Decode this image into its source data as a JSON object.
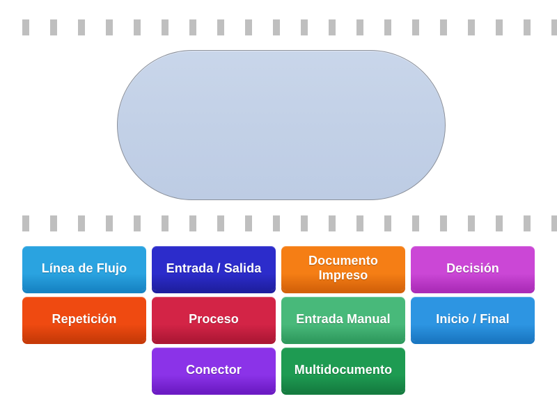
{
  "activity": {
    "type": "drag-and-drop-matching-game",
    "language": "es"
  },
  "dropzone": {
    "name": "drop-target-shape",
    "shape": "rounded-pill",
    "label": "",
    "fill_color": "#c3d1e7",
    "border_color": "#8a8f99"
  },
  "separators": {
    "dash_color": "#bfbfbf",
    "dash_width": 10,
    "dash_height": 23,
    "dash_gap": 30,
    "count": 20
  },
  "tiles": [
    {
      "id": "linea-de-flujo",
      "label": "Línea de Flujo",
      "color": "#2aa3e0",
      "color_dark": "#1784c4",
      "row": 0,
      "col": 0
    },
    {
      "id": "entrada-salida",
      "label": "Entrada / Salida",
      "color": "#2c2ccb",
      "color_dark": "#1f1fa0",
      "row": 0,
      "col": 1
    },
    {
      "id": "documento-impreso",
      "label": "Documento Impreso",
      "color": "#f57e15",
      "color_dark": "#d4620a",
      "row": 0,
      "col": 2
    },
    {
      "id": "decision",
      "label": "Decisión",
      "color": "#cb47d6",
      "color_dark": "#ab2cb8",
      "row": 0,
      "col": 3
    },
    {
      "id": "repeticion",
      "label": "Repetición",
      "color": "#ef4a11",
      "color_dark": "#c73a08",
      "row": 1,
      "col": 0
    },
    {
      "id": "proceso",
      "label": "Proceso",
      "color": "#d32446",
      "color_dark": "#ad1735",
      "row": 1,
      "col": 1
    },
    {
      "id": "entrada-manual",
      "label": "Entrada Manual",
      "color": "#48b97a",
      "color_dark": "#2f9a5e",
      "row": 1,
      "col": 2
    },
    {
      "id": "inicio-final",
      "label": "Inicio / Final",
      "color": "#2d95e2",
      "color_dark": "#1a77c2",
      "row": 1,
      "col": 3
    },
    {
      "id": "conector",
      "label": "Conector",
      "color": "#8b33e8",
      "color_dark": "#6c1bc4",
      "row": 2,
      "col": 1
    },
    {
      "id": "multidocumento",
      "label": "Multidocumento",
      "color": "#1e9b52",
      "color_dark": "#157c40",
      "row": 2,
      "col": 2
    }
  ]
}
